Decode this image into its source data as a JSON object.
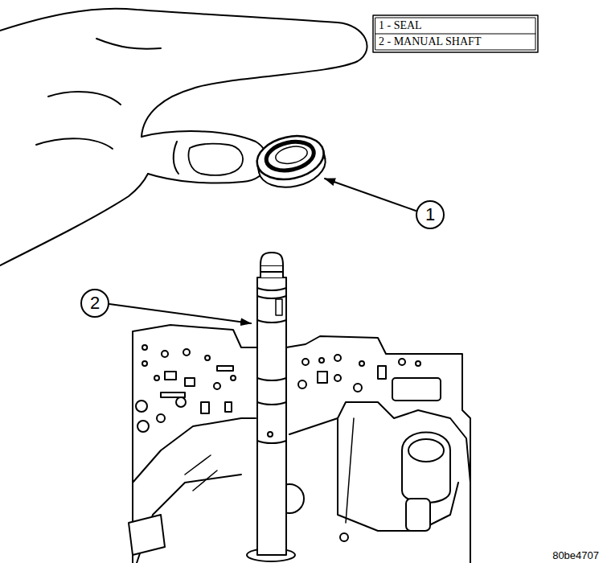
{
  "diagram": {
    "labels": [
      "1 - SEAL",
      "2 - MANUAL SHAFT",
      "1",
      "2",
      "80be4707"
    ]
  }
}
